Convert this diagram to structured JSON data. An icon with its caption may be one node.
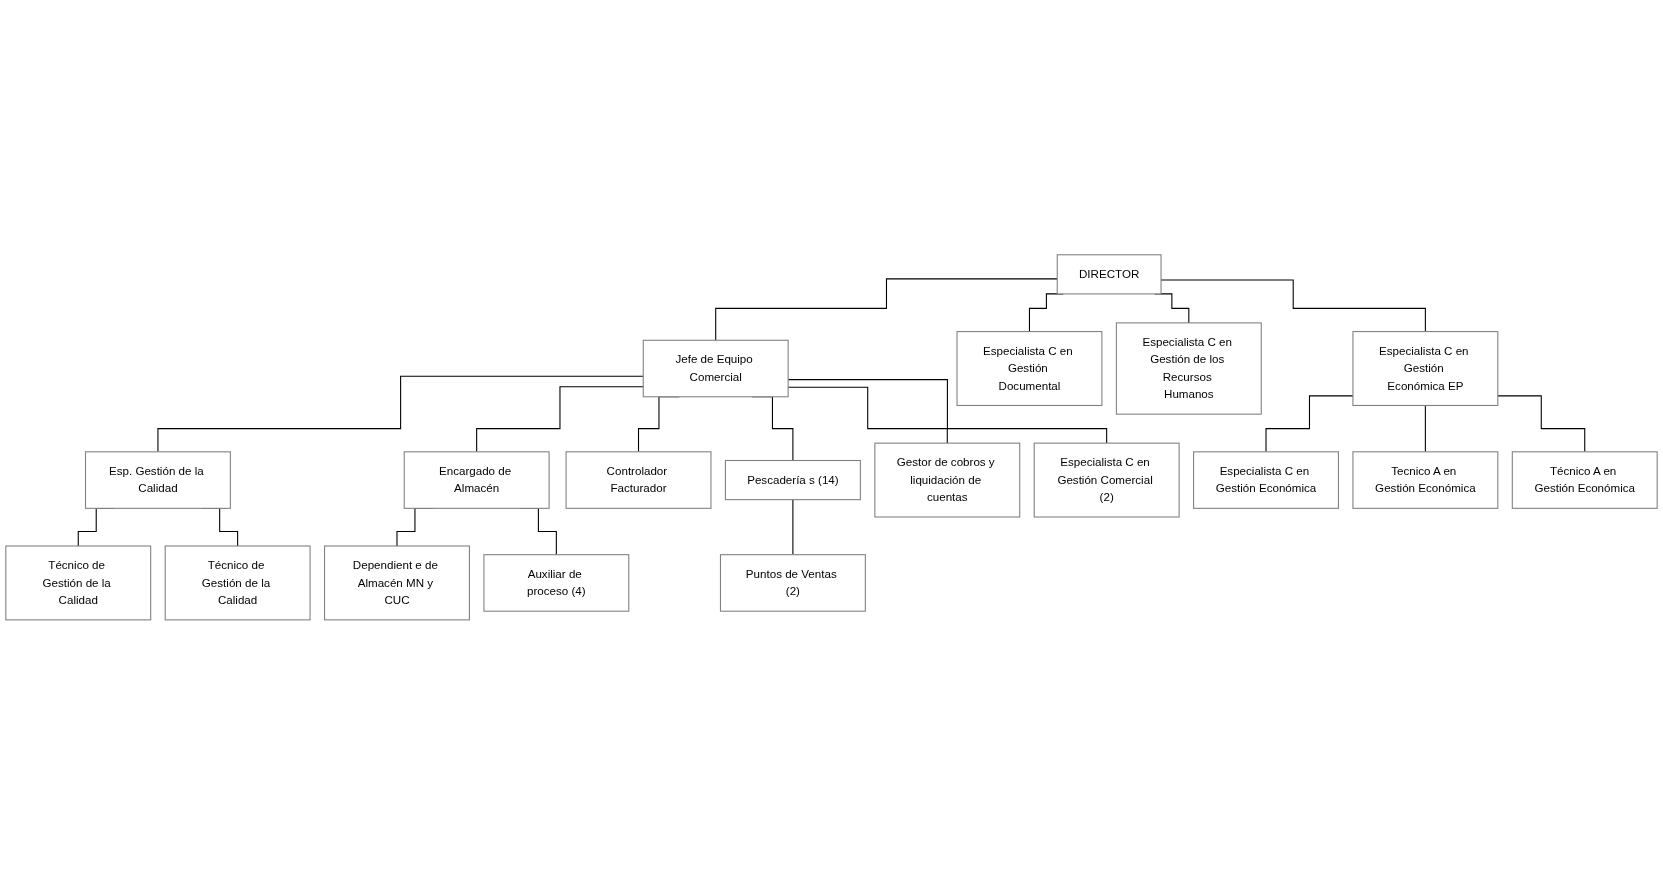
{
  "diagram": {
    "nodes": [
      {
        "text": [
          "DIRECTOR"
        ]
      },
      {
        "text": [
          "Jefe de Equipo Comercial"
        ]
      },
      {
        "text": [
          "Especialista C en Gestión Documental"
        ]
      },
      {
        "text": [
          "Especialista C en Gestión de los Recursos Humanos"
        ]
      },
      {
        "text": [
          "Especialista C en Gestión Económica EP"
        ]
      },
      {
        "text": [
          "Esp. Gestión de la Calidad"
        ]
      },
      {
        "text": [
          "Encargado de Almacén"
        ]
      },
      {
        "text": [
          "Controlador Facturador"
        ]
      },
      {
        "text": [
          "Pescadería s (14)"
        ]
      },
      {
        "text": [
          "Gestor de cobros y liquidación de cuentas"
        ]
      },
      {
        "text": [
          "Especialista C en Gestión Comercial (2)"
        ]
      },
      {
        "text": [
          "Técnico de Gestión de la Calidad"
        ]
      },
      {
        "text": [
          "Técnico de Gestión de la Calidad"
        ]
      },
      {
        "text": [
          "Dependient e de Almacén MN y CUC"
        ]
      },
      {
        "text": [
          "Auxiliar de proceso (4)"
        ]
      },
      {
        "text": [
          "Puntos de Ventas (2)"
        ]
      },
      {
        "text": [
          "Especialista C en Gestión Económica"
        ]
      },
      {
        "text": [
          "Tecnico A en Gestión Económica"
        ]
      },
      {
        "text": [
          "Técnico A en Gestión Económica"
        ]
      }
    ],
    "edges": [
      {
        "from": 0,
        "to": 1,
        "arrow": "none"
      },
      {
        "from": 0,
        "to": 2,
        "arrow": "none"
      },
      {
        "from": 0,
        "to": 3,
        "arrow": "none"
      },
      {
        "from": 0,
        "to": 4,
        "arrow": "none"
      },
      {
        "from": 1,
        "to": 5,
        "arrow": "none"
      },
      {
        "from": 1,
        "to": 6,
        "arrow": "none"
      },
      {
        "from": 1,
        "to": 7,
        "arrow": "none"
      },
      {
        "from": 1,
        "to": 8,
        "arrow": "none"
      },
      {
        "from": 1,
        "to": 9,
        "arrow": "none"
      },
      {
        "from": 1,
        "to": 10,
        "arrow": "none"
      },
      {
        "from": 5,
        "to": 11,
        "arrow": "none"
      },
      {
        "from": 5,
        "to": 12,
        "arrow": "none"
      },
      {
        "from": 6,
        "to": 13,
        "arrow": "none"
      },
      {
        "from": 6,
        "to": 14,
        "arrow": "none"
      },
      {
        "from": 8,
        "to": 15,
        "arrow": "none"
      },
      {
        "from": 4,
        "to": 16,
        "arrow": "none"
      },
      {
        "from": 4,
        "to": 17,
        "arrow": "none"
      },
      {
        "from": 4,
        "to": 18,
        "arrow": "none"
      }
    ]
  }
}
